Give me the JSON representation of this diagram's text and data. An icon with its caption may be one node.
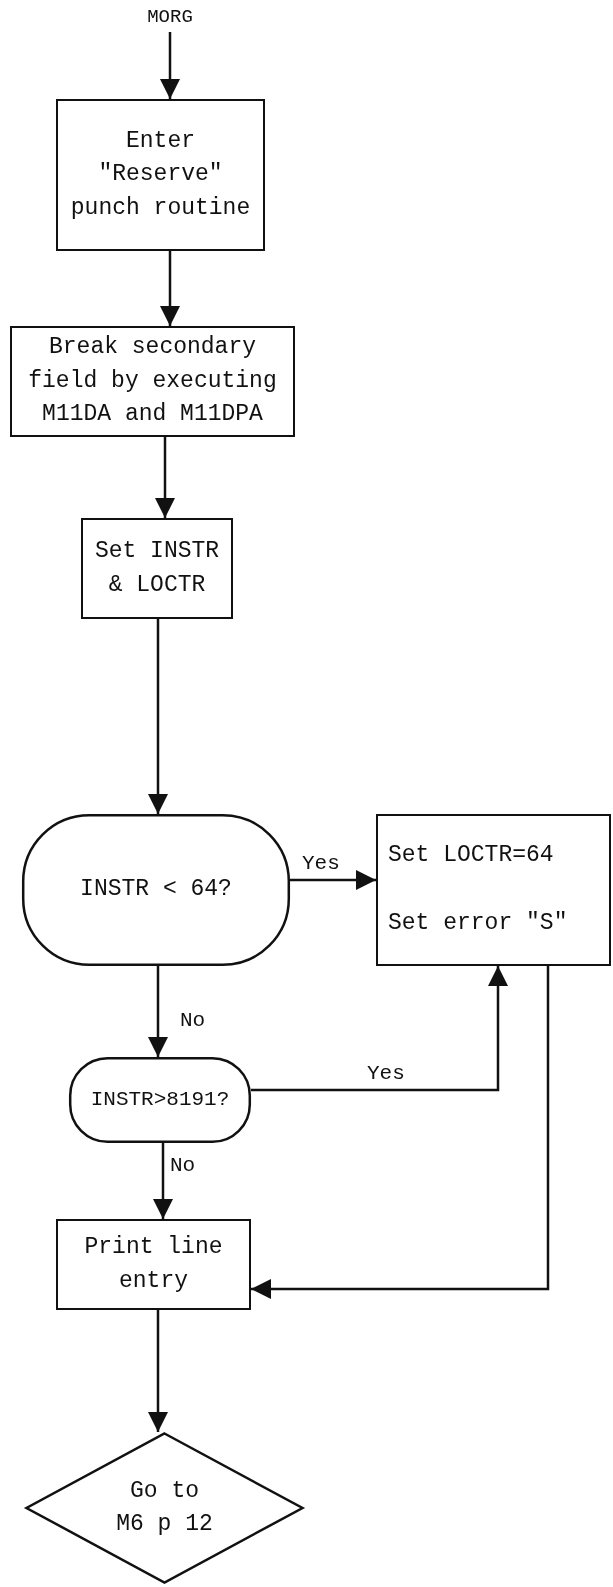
{
  "diagram": {
    "nodes": [
      {
        "text": [
          "MORG"
        ]
      },
      {
        "text": [
          "Enter \"Reserve\" punch routine"
        ]
      },
      {
        "text": [
          "Break secondary field by executing M11DA and M11DPA"
        ]
      },
      {
        "text": [
          "Set INSTR & LOCTR"
        ]
      },
      {
        "text": [
          "INSTR < 64?"
        ]
      },
      {
        "text": [
          "Set LOCTR=64",
          "Set error \"S\""
        ]
      },
      {
        "text": [
          "INSTR>8191?"
        ]
      },
      {
        "text": [
          "Print line entry"
        ]
      },
      {
        "text": [
          "Go to M6 p 12"
        ]
      }
    ],
    "edges": [
      {
        "from": 0,
        "to": 1,
        "arrow": "to"
      },
      {
        "from": 1,
        "to": 2,
        "arrow": "to"
      },
      {
        "from": 2,
        "to": 3,
        "arrow": "to"
      },
      {
        "from": 3,
        "to": 4,
        "arrow": "to"
      },
      {
        "from": 4,
        "to": 5,
        "arrow": "to",
        "label": "Yes"
      },
      {
        "from": 4,
        "to": 6,
        "arrow": "to",
        "label": "No"
      },
      {
        "from": 6,
        "to": 5,
        "arrow": "to",
        "label": "Yes"
      },
      {
        "from": 6,
        "to": 7,
        "arrow": "to",
        "label": "No"
      },
      {
        "from": 5,
        "to": 7,
        "arrow": "to"
      },
      {
        "from": 7,
        "to": 8,
        "arrow": "to"
      }
    ]
  }
}
